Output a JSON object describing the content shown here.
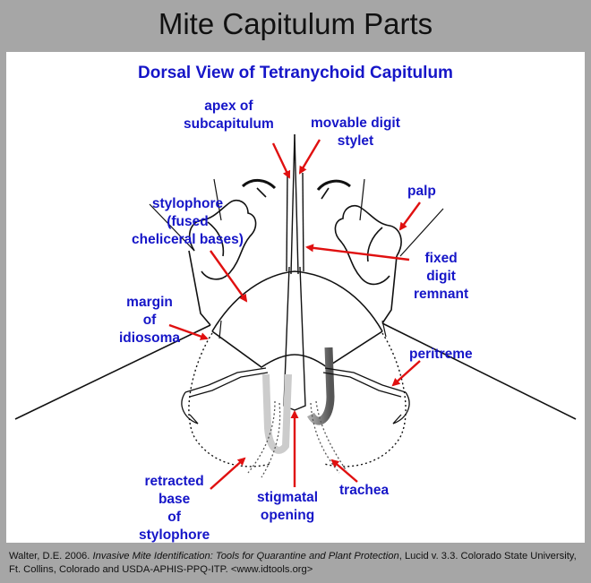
{
  "title": "Mite Capitulum Parts",
  "diagram": {
    "title": "Dorsal View of Tetranychoid Capitulum",
    "labels": {
      "apex": [
        "apex of",
        "subcapitulum"
      ],
      "movable_digit": [
        "movable digit",
        "stylet"
      ],
      "stylophore": [
        "stylophore",
        "(fused",
        "cheliceral bases)"
      ],
      "palp": [
        "palp"
      ],
      "fixed_digit": [
        "fixed",
        "digit",
        "remnant"
      ],
      "margin": [
        "margin",
        "of",
        "idiosoma"
      ],
      "peritreme": [
        "peritreme"
      ],
      "retracted_base": [
        "retracted",
        "base",
        "of",
        "stylophore"
      ],
      "stigmatal": [
        "stigmatal",
        "opening"
      ],
      "trachea": [
        "trachea"
      ]
    },
    "colors": {
      "label": "#1616c8",
      "arrow": "#e01010",
      "outline": "#111111"
    }
  },
  "credit": {
    "prefix": "Walter, D.E. 2006. ",
    "italic": "Invasive Mite Identification: Tools for Quarantine and Plant Protection",
    "suffix": ", Lucid v. 3.3. Colorado State University, Ft. Collins, Colorado and USDA-APHIS-PPQ-ITP. <www.idtools.org>"
  }
}
